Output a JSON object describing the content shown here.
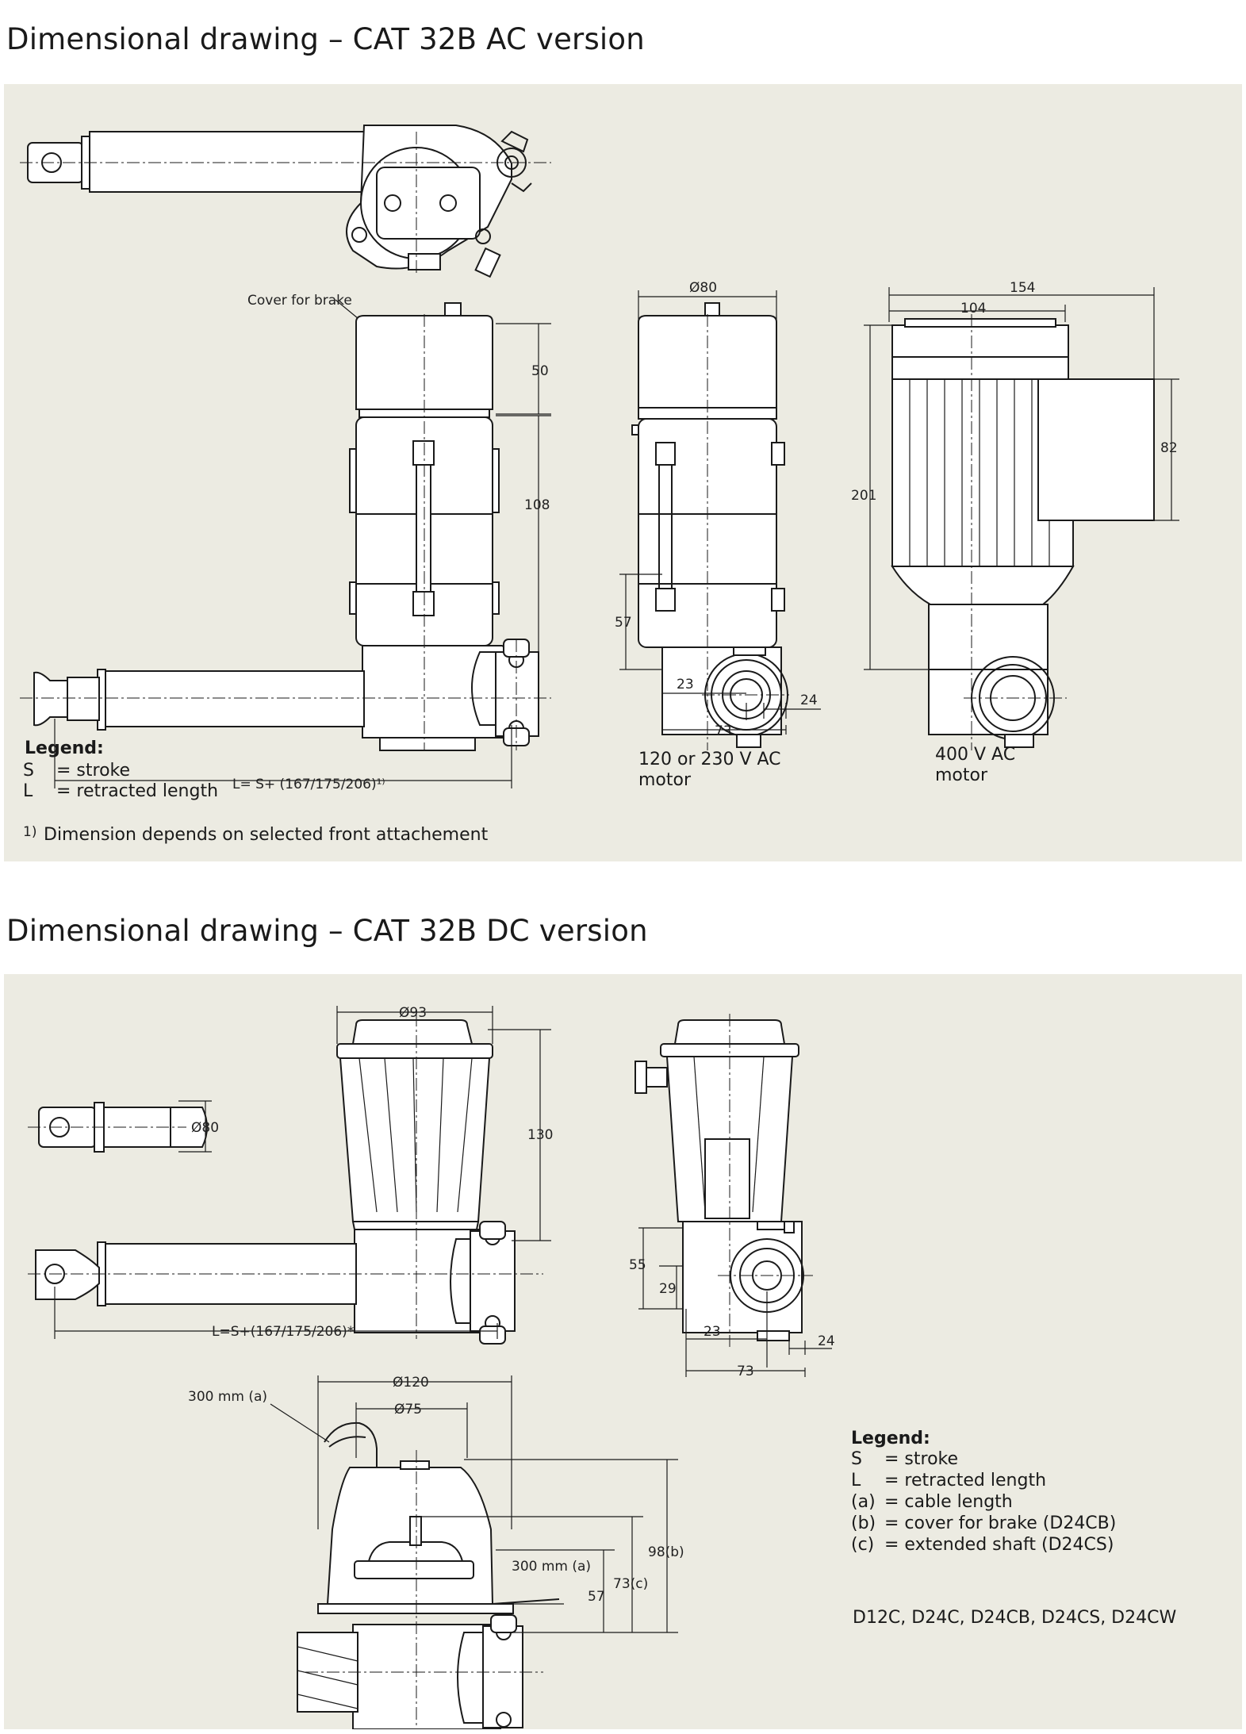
{
  "ac": {
    "title": "Dimensional drawing – CAT 32B AC version",
    "cover_for_brake": "Cover for brake",
    "dims": {
      "d50": "50",
      "d108": "108",
      "diam80": "Ø80",
      "d57": "57",
      "d23": "23",
      "d24": "24",
      "d73": "73",
      "d154": "154",
      "d104": "104",
      "d82": "82",
      "d201": "201",
      "length_formula": "L= S+ (167/175/206)¹⁾"
    },
    "legend": {
      "title": "Legend:",
      "rows": [
        {
          "key": "S",
          "val": "= stroke"
        },
        {
          "key": "L",
          "val": "= retracted length"
        }
      ],
      "footnote_mark": "1)",
      "footnote": "Dimension depends on selected front attachement"
    },
    "motor_120": {
      "line1": "120 or 230 V AC",
      "line2": "motor"
    },
    "motor_400": {
      "line1": "400 V AC",
      "line2": "motor"
    }
  },
  "dc": {
    "title": "Dimensional drawing – CAT 32B DC version",
    "dims": {
      "diam93": "Ø93",
      "d130": "130",
      "diam80": "Ø80",
      "length_formula": "L=S+(167/175/206)*",
      "d55": "55",
      "d29": "29",
      "d23": "23",
      "d24": "24",
      "d73": "73",
      "diam120": "Ø120",
      "diam75": "Ø75",
      "cable_300_top": "300 mm (a)",
      "cable_300": "300 mm (a)",
      "d98b": "98(b)",
      "d73c": "73(c)",
      "d57": "57"
    },
    "legend": {
      "title": "Legend:",
      "rows": [
        {
          "key": "S",
          "val": "= stroke"
        },
        {
          "key": "L",
          "val": "= retracted length"
        },
        {
          "key": "(a)",
          "val": "= cable length"
        },
        {
          "key": "(b)",
          "val": "= cover for brake (D24CB)"
        },
        {
          "key": "(c)",
          "val": "= extended shaft (D24CS)"
        }
      ]
    },
    "models": "D12C, D24C, D24CB, D24CS, D24CW"
  }
}
